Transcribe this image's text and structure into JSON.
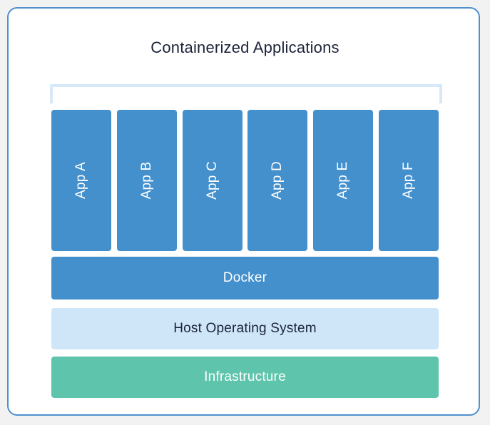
{
  "diagram": {
    "title": "Containerized Applications",
    "bracket": {
      "name": "containerized-applications-bracket",
      "color": "#d7e9f9"
    },
    "app_columns": [
      {
        "label": "App A",
        "color": "#4490cd",
        "text_color": "#ffffff"
      },
      {
        "label": "App B",
        "color": "#4490cd",
        "text_color": "#ffffff"
      },
      {
        "label": "App C",
        "color": "#4490cd",
        "text_color": "#ffffff"
      },
      {
        "label": "App D",
        "color": "#4490cd",
        "text_color": "#ffffff"
      },
      {
        "label": "App E",
        "color": "#4490cd",
        "text_color": "#ffffff"
      },
      {
        "label": "App F",
        "color": "#4490cd",
        "text_color": "#ffffff"
      }
    ],
    "layers": [
      {
        "label": "Docker",
        "color": "#4490cd",
        "text_color": "#ffffff"
      },
      {
        "label": "Host Operating System",
        "color": "#cfe6f8",
        "text_color": "#1b2438"
      },
      {
        "label": "Infrastructure",
        "color": "#5fc4ac",
        "text_color": "#ffffff"
      }
    ],
    "colors": {
      "canvas_background": "#ffffff",
      "canvas_border": "#4f90cd",
      "page_background": "#f2f2f2",
      "title_text": "#1b2438"
    }
  }
}
